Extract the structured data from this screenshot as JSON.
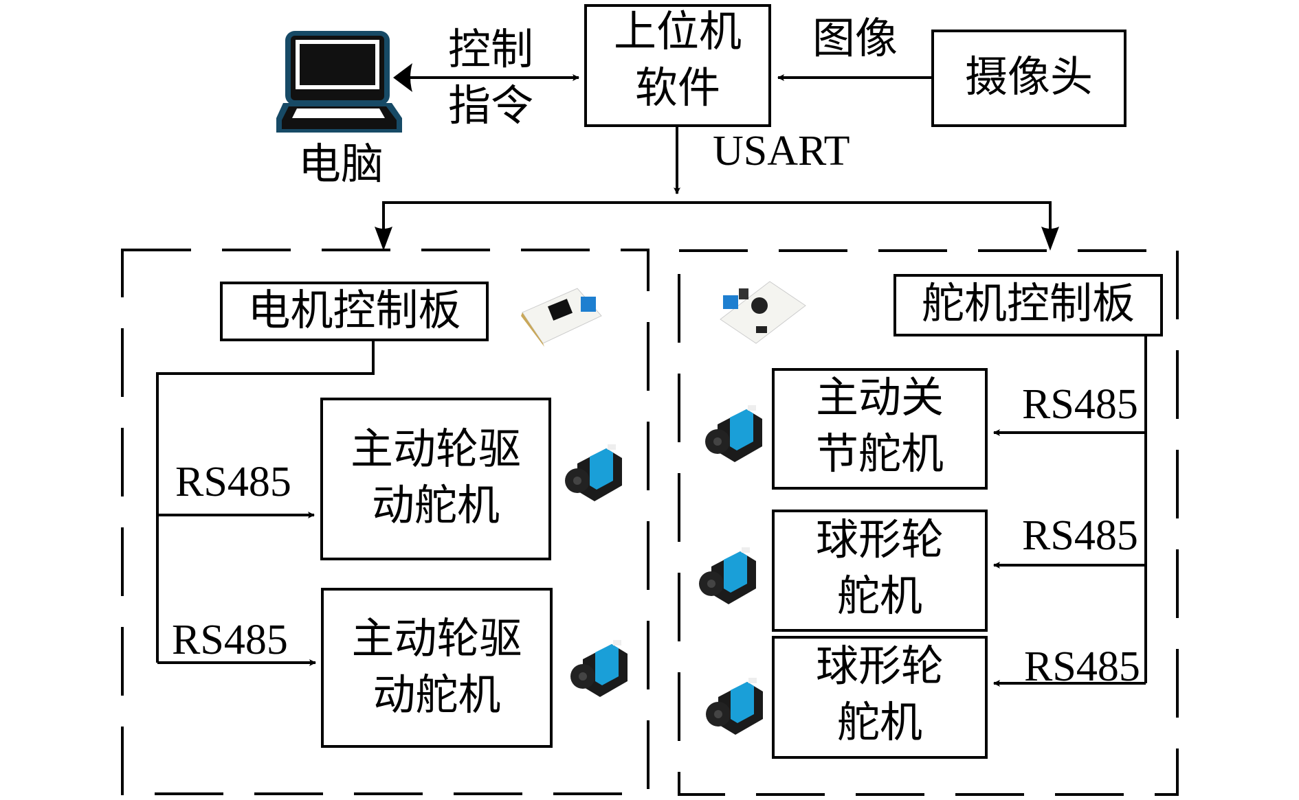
{
  "nodes": {
    "computer": {
      "label": "电脑"
    },
    "host_software": {
      "line1": "上位机",
      "line2": "软件"
    },
    "camera": {
      "label": "摄像头"
    },
    "motor_board": {
      "label": "电机控制板"
    },
    "servo_board": {
      "label": "舵机控制板"
    },
    "drive_servo_1": {
      "line1": "主动轮驱",
      "line2": "动舵机"
    },
    "drive_servo_2": {
      "line1": "主动轮驱",
      "line2": "动舵机"
    },
    "joint_servo": {
      "line1": "主动关",
      "line2": "节舵机"
    },
    "ball_servo_1": {
      "line1": "球形轮",
      "line2": "舵机"
    },
    "ball_servo_2": {
      "line1": "球形轮",
      "line2": "舵机"
    }
  },
  "edges": {
    "control_cmd": {
      "line1": "控制",
      "line2": "指令"
    },
    "image": {
      "label": "图像"
    },
    "usart": {
      "label": "USART"
    },
    "rs485_left_1": {
      "label": "RS485"
    },
    "rs485_left_2": {
      "label": "RS485"
    },
    "rs485_right_1": {
      "label": "RS485"
    },
    "rs485_right_2": {
      "label": "RS485"
    },
    "rs485_right_3": {
      "label": "RS485"
    }
  },
  "colors": {
    "laptop": "#174a66",
    "servo_blue": "#1a9fd8"
  }
}
